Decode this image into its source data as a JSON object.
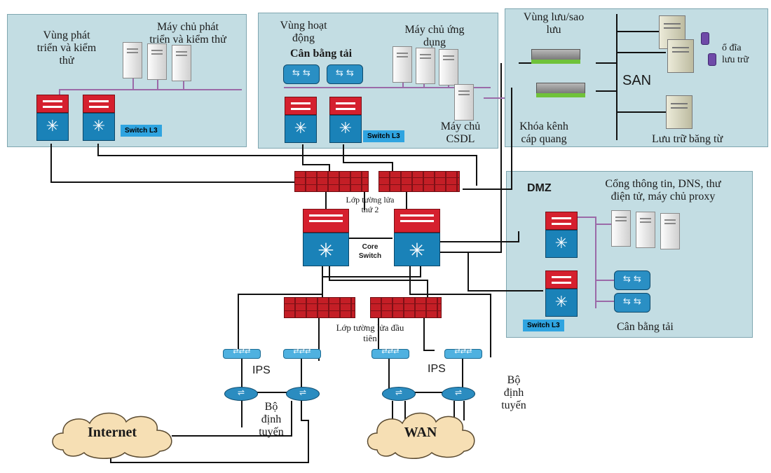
{
  "zones": {
    "dev": {
      "title": "Vùng phát\ntriển và kiểm\nthử",
      "servers_label": "Máy chủ phát\ntriển và kiểm thử",
      "switch_tag": "Switch L3"
    },
    "ops": {
      "title": "Vùng hoạt\nđộng",
      "lb_label": "Cân bằng tải",
      "app_label": "Máy chủ ứng\ndụng",
      "db_label": "Máy chủ\nCSDL",
      "switch_tag": "Switch L3"
    },
    "storage": {
      "title": "Vùng lưu/sao\nlưu",
      "disk_label": "ổ đĩa\nlưu trữ",
      "san_label": "SAN",
      "fiber_label": "Khóa kênh\ncáp quang",
      "tape_label": "Lưu trữ băng từ"
    },
    "dmz": {
      "title": "DMZ",
      "services_label": "Cổng thông tin, DNS, thư\nđiện tử, máy chủ proxy",
      "lb_label": "Cân bằng tải",
      "switch_tag": "Switch L3"
    }
  },
  "core": {
    "firewall2_label": "Lớp tường lửa\nthứ 2",
    "core_switch_label": "Core\nSwitch",
    "firewall1_label": "Lớp tường lửa đầu\ntiên"
  },
  "edge": {
    "ips_left": "IPS",
    "ips_right": "IPS",
    "router_left": "Bộ\nđịnh\ntuyến",
    "router_right": "Bộ\nđịnh\ntuyến",
    "internet": "Internet",
    "wan": "WAN"
  },
  "colors": {
    "zone_fill": "#c3dde3",
    "switch_red": "#d5202e",
    "switch_blue": "#1a82b8",
    "firewall_red": "#c41e26",
    "cloud_fill": "#f6dfb4"
  }
}
